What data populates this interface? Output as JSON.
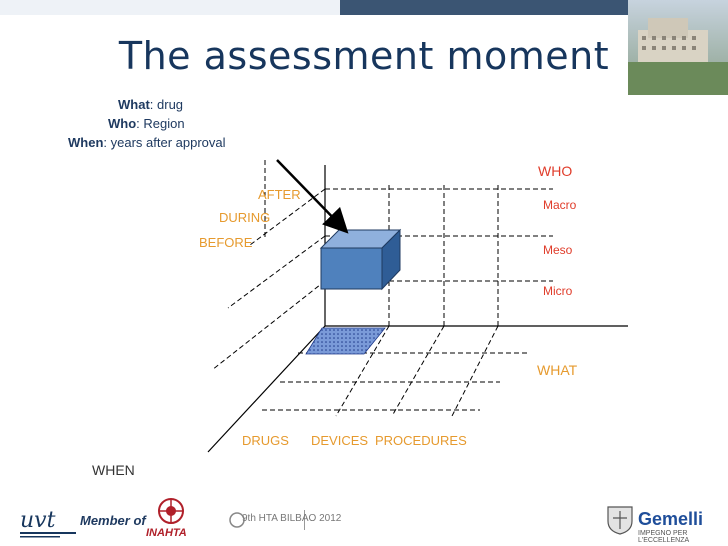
{
  "slide": {
    "title": "The assessment moment",
    "meta": {
      "what_key": "What",
      "what_val": ": drug",
      "who_key": "Who",
      "who_val": ": Region",
      "when_key": "When",
      "when_val": ": years after approval"
    }
  },
  "diagram": {
    "time_labels": [
      "AFTER",
      "DURING",
      "BEFORE"
    ],
    "who_axis": "WHO",
    "who_levels": [
      "Macro",
      "Meso",
      "Micro"
    ],
    "what_axis": "WHAT",
    "what_categories": [
      "DRUGS",
      "DEVICES",
      "PROCEDURES"
    ],
    "when_axis": "WHEN",
    "colors": {
      "accent_orange": "#e69a2e",
      "accent_red": "#e03c2a",
      "cube": "#4f81bd",
      "title": "#17365d"
    }
  },
  "footer": {
    "member_of": "Member of",
    "inahta": "INAHTA",
    "hta_badge": "9th HTA BILBAO 2012",
    "gemelli": "Gemelli",
    "gemelli_tagline": "IMPEGNO PER L'ECCELLENZA"
  }
}
